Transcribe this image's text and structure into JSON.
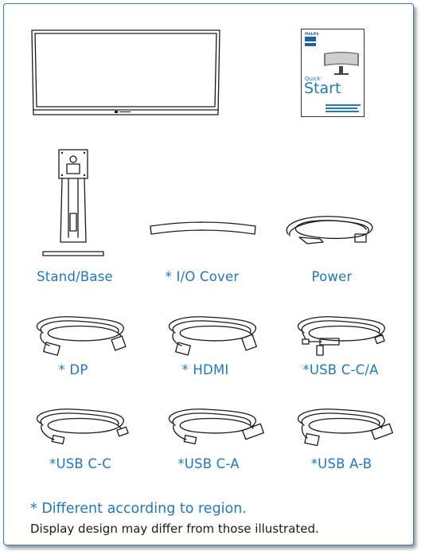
{
  "booklet": {
    "brand": "PHILIPS",
    "title_small": "Quick",
    "title_large": "Start"
  },
  "items": [
    {
      "label": "Stand/Base"
    },
    {
      "label": "* I/O Cover"
    },
    {
      "label": "Power"
    },
    {
      "label": "* DP"
    },
    {
      "label": "* HDMI"
    },
    {
      "label": "*USB C-C/A"
    },
    {
      "label": "*USB C-C"
    },
    {
      "label": "*USB C-A"
    },
    {
      "label": "*USB A-B"
    }
  ],
  "notes": {
    "region": "* Different according to region.",
    "design": "Display design may differ from those illustrated."
  },
  "colors": {
    "accent": "#1f77c5",
    "border": "#2f7dc1",
    "text": "#1a1a1a"
  }
}
